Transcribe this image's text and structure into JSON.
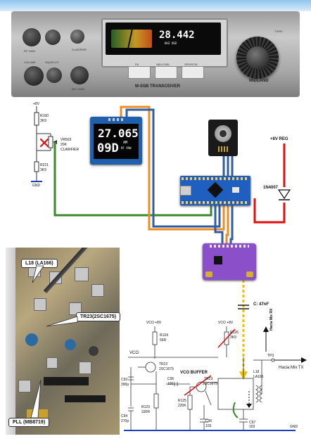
{
  "radio_photo": {
    "freq": "28.442",
    "unit_text": "KHZ  USB",
    "panel_labels": [
      "RF GAIN",
      "CLARIFIER",
      "VOLUME",
      "SQUELCH",
      "PA",
      "NB/LCNSL",
      "SPKR/CW",
      "MIC GAIN"
    ],
    "brand_text": "M-SSB TRANSCEIVER",
    "maker_text": "MIDLAND",
    "corner_text": "TX/RX"
  },
  "schematic_top": {
    "v8": "+8V",
    "r160": "R160",
    "r160_val": "3K9",
    "vr503": "VR503",
    "vr503_val": "20K",
    "clarifier": "CLARIFIER",
    "r221": "R221",
    "r221_val": "3K9",
    "gnd": "GND"
  },
  "oled": {
    "line1": "27.065",
    "line2": "09D",
    "small": "AM",
    "small2": "RF 99W"
  },
  "power": {
    "v8reg": "+8V REG",
    "diode": "1N4007"
  },
  "board_photo": {
    "callouts": [
      "L18 (LA166)",
      "TR23(2SC1675)",
      "PLL (MB8719)"
    ]
  },
  "capacitor_label": "C: 47nF",
  "hacia_rx": "Hacia Mix RX",
  "schematic_bottom": {
    "vco8v": "VCO +8V",
    "r124": "R124",
    "r124_val": "56R",
    "vco": "VCO",
    "tr22": "TR22",
    "tr22_type": "2SC1675",
    "c93": "C93",
    "c93_val": "390p",
    "r123": "R123",
    "r123_val": "330R",
    "c94": "C94",
    "c94_val": "270p",
    "vco_buffer": "VCO BUFFER",
    "c95": "C95",
    "c95_val": "100",
    "tr23": "TR23",
    "tr23_type": "2SC1675",
    "r125": "R125",
    "r125_val": "220K",
    "c96": "C96",
    "c96_val": "103",
    "vco8v_b": "VCO +8V",
    "r126": "R126",
    "r126_val": "3K9",
    "tp3": "TP3",
    "hacia_tx": "Hacia Mix TX",
    "l18": "L18",
    "l18_val": "LA166",
    "c97": "C97",
    "c97_val": "103",
    "gnd": "GND"
  },
  "colors": {
    "header_blue": "#5aa6e6",
    "wire_orange": "#f08a22",
    "wire_blue": "#2f5ea6",
    "wire_green": "#3a8a2a",
    "wire_red": "#e01010",
    "cross_red": "#e01010",
    "arduino": "#1f5fbf",
    "si5351": "#8a4fc9",
    "trace_yellow": "#f0c000",
    "gnd_blue": "#1a3fbf"
  }
}
